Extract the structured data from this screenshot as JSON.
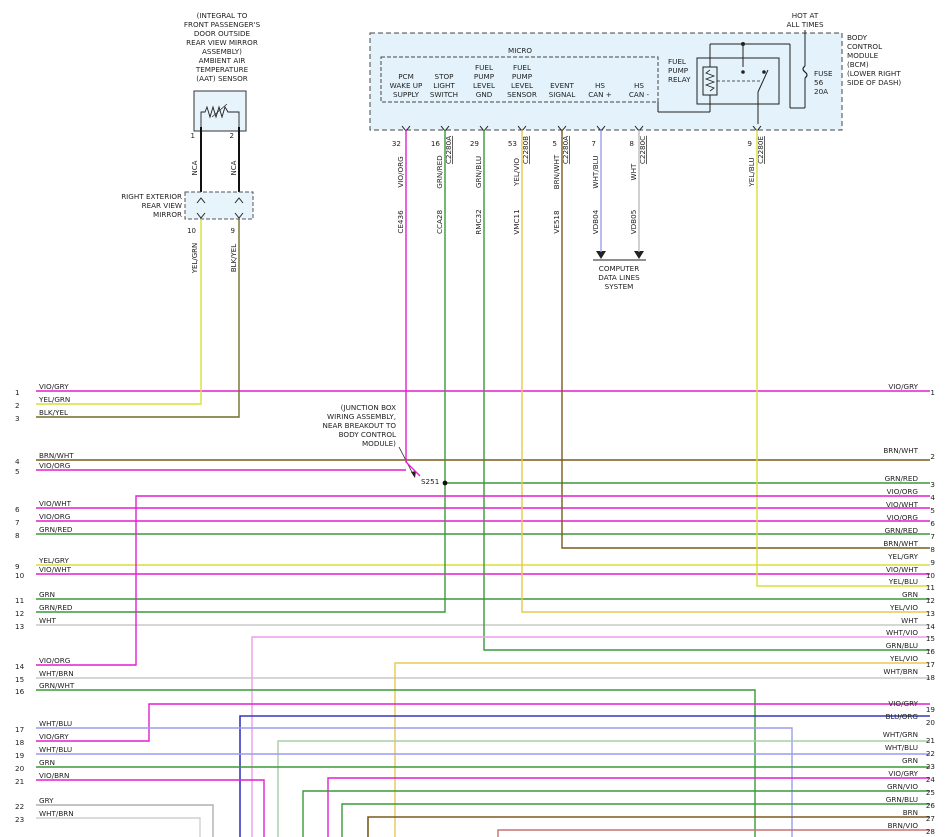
{
  "aat_note": [
    "(INTEGRAL TO",
    "FRONT PASSENGER'S",
    "DOOR OUTSIDE",
    "REAR VIEW MIRROR",
    "ASSEMBLY)",
    "AMBIENT AIR",
    "TEMPERATURE",
    "(AAT) SENSOR"
  ],
  "aat_pins": [
    {
      "pin": "1",
      "circuit": "NCA"
    },
    {
      "pin": "2",
      "circuit": "NCA"
    }
  ],
  "mirror_label": [
    "RIGHT EXTERIOR",
    "REAR VIEW",
    "MIRROR"
  ],
  "mirror_pins": [
    {
      "pin": "10",
      "color": "YEL/GRN"
    },
    {
      "pin": "9",
      "color": "BLK/YEL"
    }
  ],
  "hot_label": [
    "HOT AT",
    "ALL TIMES"
  ],
  "bcm_label": [
    "BODY",
    "CONTROL",
    "MODULE",
    "(BCM)",
    "(LOWER RIGHT",
    "SIDE OF DASH)"
  ],
  "micro_label": "MICRO",
  "fuse_label": [
    "FUSE",
    "56",
    "20A"
  ],
  "relay_label": [
    "FUEL",
    "PUMP",
    "RELAY"
  ],
  "bcm_pins": [
    {
      "label": [
        "PCM",
        "WAKE UP",
        "SUPPLY"
      ],
      "pin": "32",
      "color": "VIO/ORG",
      "connector": "",
      "circuit": "CE436"
    },
    {
      "label": [
        "STOP",
        "LIGHT",
        "SWITCH"
      ],
      "pin": "16",
      "color": "GRN/RED",
      "connector": "C2280A",
      "circuit": "CCA28"
    },
    {
      "label": [
        "FUEL",
        "PUMP",
        "LEVEL",
        "GND"
      ],
      "pin": "29",
      "color": "GRN/BLU",
      "connector": "",
      "circuit": "RMC32"
    },
    {
      "label": [
        "FUEL",
        "PUMP",
        "LEVEL",
        "SENSOR"
      ],
      "pin": "53",
      "color": "YEL/VIO",
      "connector": "C2280B",
      "circuit": "VMC11"
    },
    {
      "label": [
        "EVENT",
        "SIGNAL"
      ],
      "pin": "5",
      "color": "BRN/WHT",
      "connector": "C2280A",
      "circuit": "VE518"
    },
    {
      "label": [
        "HS",
        "CAN +"
      ],
      "pin": "7",
      "color": "WHT/BLU",
      "connector": "",
      "circuit": "VDB04"
    },
    {
      "label": [
        "HS",
        "CAN -"
      ],
      "pin": "8",
      "color": "WHT",
      "connector": "C2280C",
      "circuit": "VDB05"
    },
    {
      "label": [],
      "pin": "9",
      "color": "YEL/BLU",
      "connector": "C2280E",
      "circuit": ""
    }
  ],
  "data_lines_label": [
    "COMPUTER",
    "DATA LINES",
    "SYSTEM"
  ],
  "junction_note": [
    "(JUNCTION BOX",
    "WIRING ASSEMBLY,",
    "NEAR BREAKOUT TO",
    "BODY CONTROL",
    "MODULE)"
  ],
  "splice_label": "S251",
  "left_wires": [
    {
      "n": "1",
      "color": "VIO/GRY"
    },
    {
      "n": "2",
      "color": "YEL/GRN"
    },
    {
      "n": "3",
      "color": "BLK/YEL"
    },
    {
      "n": "4",
      "color": "BRN/WHT"
    },
    {
      "n": "5",
      "color": "VIO/ORG"
    },
    {
      "n": "6",
      "color": "VIO/WHT"
    },
    {
      "n": "7",
      "color": "VIO/ORG"
    },
    {
      "n": "8",
      "color": "GRN/RED"
    },
    {
      "n": "9",
      "color": "YEL/GRY"
    },
    {
      "n": "10",
      "color": "VIO/WHT"
    },
    {
      "n": "11",
      "color": "GRN"
    },
    {
      "n": "12",
      "color": "GRN/RED"
    },
    {
      "n": "13",
      "color": "WHT"
    },
    {
      "n": "14",
      "color": "VIO/ORG"
    },
    {
      "n": "15",
      "color": "WHT/BRN"
    },
    {
      "n": "16",
      "color": "GRN/WHT"
    },
    {
      "n": "17",
      "color": "WHT/BLU"
    },
    {
      "n": "18",
      "color": "VIO/GRY"
    },
    {
      "n": "19",
      "color": "WHT/BLU"
    },
    {
      "n": "20",
      "color": "GRN"
    },
    {
      "n": "21",
      "color": "VIO/BRN"
    },
    {
      "n": "22",
      "color": "GRY"
    },
    {
      "n": "23",
      "color": "WHT/BRN"
    }
  ],
  "right_wires": [
    {
      "n": "1",
      "color": "VIO/GRY"
    },
    {
      "n": "2",
      "color": "BRN/WHT"
    },
    {
      "n": "3",
      "color": "GRN/RED"
    },
    {
      "n": "4",
      "color": "VIO/ORG"
    },
    {
      "n": "5",
      "color": "VIO/WHT"
    },
    {
      "n": "6",
      "color": "VIO/ORG"
    },
    {
      "n": "7",
      "color": "GRN/RED"
    },
    {
      "n": "8",
      "color": "BRN/WHT"
    },
    {
      "n": "9",
      "color": "YEL/GRY"
    },
    {
      "n": "10",
      "color": "VIO/WHT"
    },
    {
      "n": "11",
      "color": "YEL/BLU"
    },
    {
      "n": "12",
      "color": "GRN"
    },
    {
      "n": "13",
      "color": "YEL/VIO"
    },
    {
      "n": "14",
      "color": "WHT"
    },
    {
      "n": "15",
      "color": "WHT/VIO"
    },
    {
      "n": "16",
      "color": "GRN/BLU"
    },
    {
      "n": "17",
      "color": "YEL/VIO"
    },
    {
      "n": "18",
      "color": "WHT/BRN"
    },
    {
      "n": "19",
      "color": "VIO/GRY"
    },
    {
      "n": "20",
      "color": "BLU/ORG"
    },
    {
      "n": "21",
      "color": "WHT/GRN"
    },
    {
      "n": "22",
      "color": "WHT/BLU"
    },
    {
      "n": "23",
      "color": "GRN"
    },
    {
      "n": "24",
      "color": "VIO/GRY"
    },
    {
      "n": "25",
      "color": "GRN/VIO"
    },
    {
      "n": "26",
      "color": "GRN/BLU"
    },
    {
      "n": "27",
      "color": "BRN"
    },
    {
      "n": "28",
      "color": "BRN/VIO"
    }
  ],
  "wire_colors": {
    "VIO": "#e21fd0",
    "GRN": "#3a9a3a",
    "YEL": "#d9df3a",
    "BLK": "#6f6f2a",
    "BRN": "#7a5a1e",
    "WHT": "#c8c8c8",
    "BLU": "#3636c0",
    "ORG": "#f0b860",
    "GRY": "#b0b0b0",
    "YELP": "#e8c850",
    "WHTV": "#e9a0e9",
    "WHTB": "#9c9cf0",
    "WHTG": "#a8cda8",
    "BRNV": "#c87070",
    "PINK": "#f07ab8"
  }
}
